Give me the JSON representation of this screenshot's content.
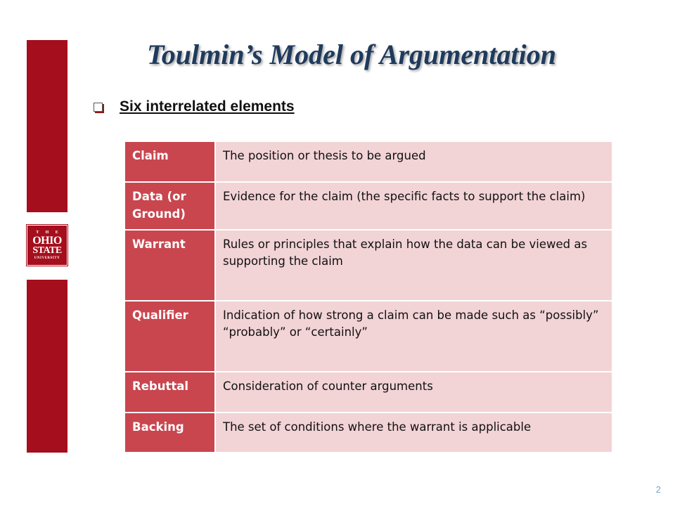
{
  "slide": {
    "title": "Toulmin’s Model of Argumentation",
    "bullet": "Six interrelated elements",
    "page_number": "2"
  },
  "logo": {
    "line1": "T H E",
    "line2": "OHIO",
    "line3": "STATE",
    "line4": "UNIVERSITY"
  },
  "table": {
    "rows": [
      {
        "term": "Claim",
        "description": "The position or thesis to be argued"
      },
      {
        "term": "Data (or Ground)",
        "description": "Evidence for the claim (the specific facts to support the claim)"
      },
      {
        "term": "Warrant",
        "description": "Rules or principles that explain how the data can be viewed as supporting the claim"
      },
      {
        "term": "Qualifier",
        "description": "Indication of how strong a claim can be made such as “possibly” “probably” or “certainly”"
      },
      {
        "term": "Rebuttal",
        "description": "Consideration of counter arguments"
      },
      {
        "term": "Backing",
        "description": "The set of conditions where the warrant is applicable"
      }
    ]
  },
  "colors": {
    "side_bar": "#a50e1c",
    "title": "#1f3a5c",
    "term_cell": "#c9464f",
    "desc_cell": "#f2d3d6",
    "page_number": "#7aa6c8"
  }
}
